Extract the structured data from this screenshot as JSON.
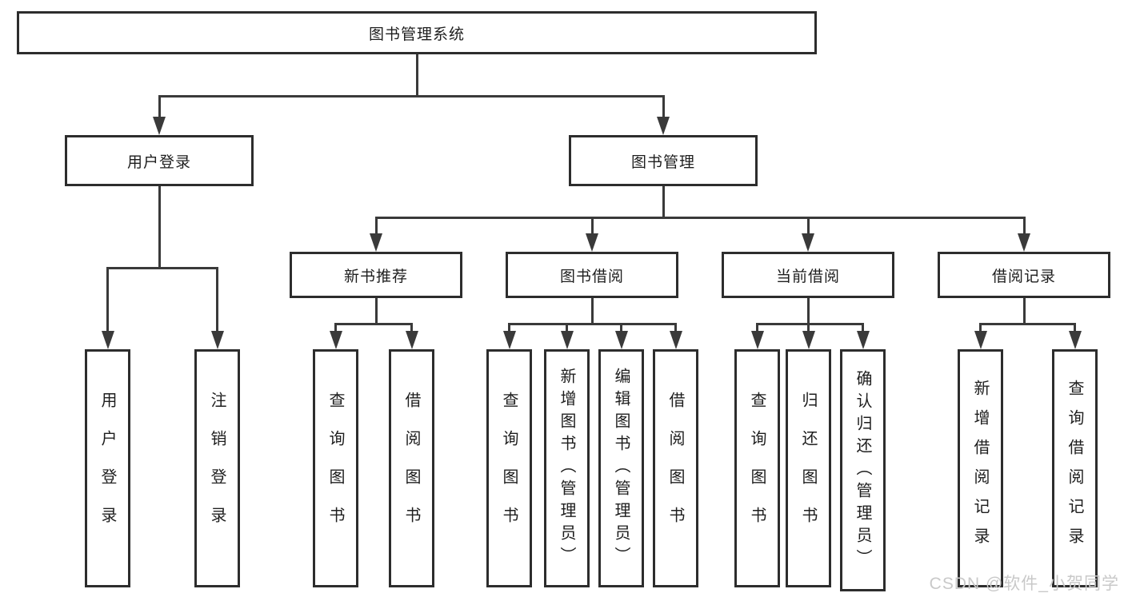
{
  "title": "图书管理系统",
  "branches": {
    "user_login": {
      "label": "用户登录",
      "children": [
        "用户登录",
        "注销登录"
      ]
    },
    "book_mgmt": {
      "label": "图书管理",
      "sections": [
        {
          "label": "新书推荐",
          "children": [
            "查询图书",
            "借阅图书"
          ]
        },
        {
          "label": "图书借阅",
          "children": [
            "查询图书",
            "新增图书（管理员）",
            "编辑图书（管理员）",
            "借阅图书"
          ]
        },
        {
          "label": "当前借阅",
          "children": [
            "查询图书",
            "归还图书",
            "确认归还（管理员）"
          ]
        },
        {
          "label": "借阅记录",
          "children": [
            "新增借阅记录",
            "查询借阅记录"
          ]
        }
      ]
    }
  },
  "watermark": "CSDN @软件_小贺同学",
  "colors": {
    "box_border": "#2d2d2d",
    "connector_line": "#3a3a3a",
    "watermark_text": "#c9c9c9"
  }
}
